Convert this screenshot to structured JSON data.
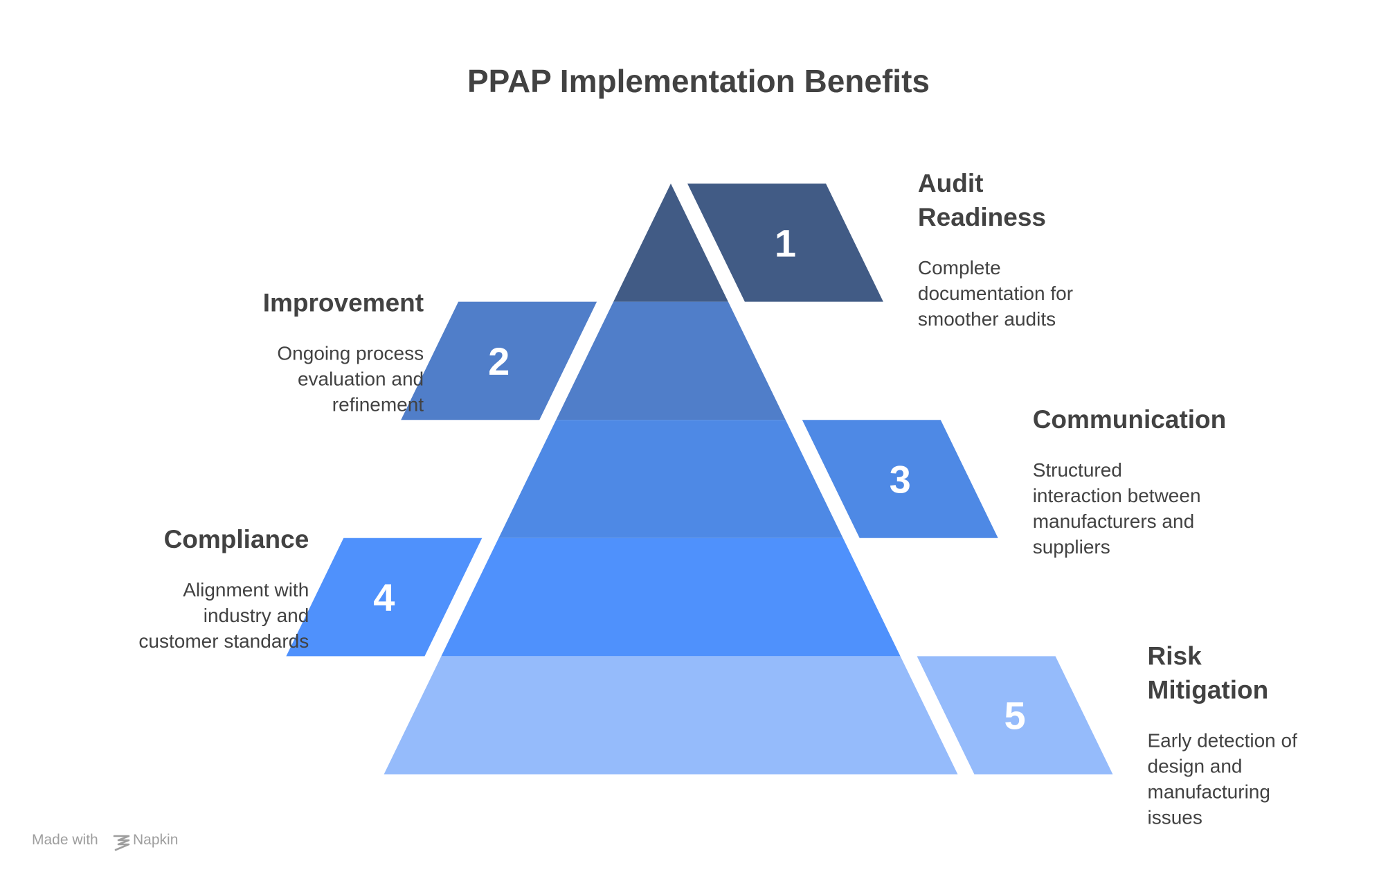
{
  "title": "PPAP Implementation Benefits",
  "levels": [
    {
      "number": "1",
      "heading": [
        "Audit",
        "Readiness"
      ],
      "description": [
        "Complete",
        "documentation for",
        "smoother audits"
      ],
      "color": "#415b85"
    },
    {
      "number": "2",
      "heading": [
        "Improvement"
      ],
      "description": [
        "Ongoing process",
        "evaluation and",
        "refinement"
      ],
      "color": "#507ec9"
    },
    {
      "number": "3",
      "heading": [
        "Communication"
      ],
      "description": [
        "Structured",
        "interaction between",
        "manufacturers and",
        "suppliers"
      ],
      "color": "#4e89e5"
    },
    {
      "number": "4",
      "heading": [
        "Compliance"
      ],
      "description": [
        "Alignment with",
        "industry and",
        "customer standards"
      ],
      "color": "#4f91fc"
    },
    {
      "number": "5",
      "heading": [
        "Risk",
        "Mitigation"
      ],
      "description": [
        "Early detection of",
        "design and",
        "manufacturing",
        "issues"
      ],
      "color": "#95bbfb"
    }
  ],
  "watermark": {
    "prefix": "Made with",
    "brand": "Napkin",
    "icon": "napkin-logo-icon",
    "color": "#9e9e9e"
  }
}
